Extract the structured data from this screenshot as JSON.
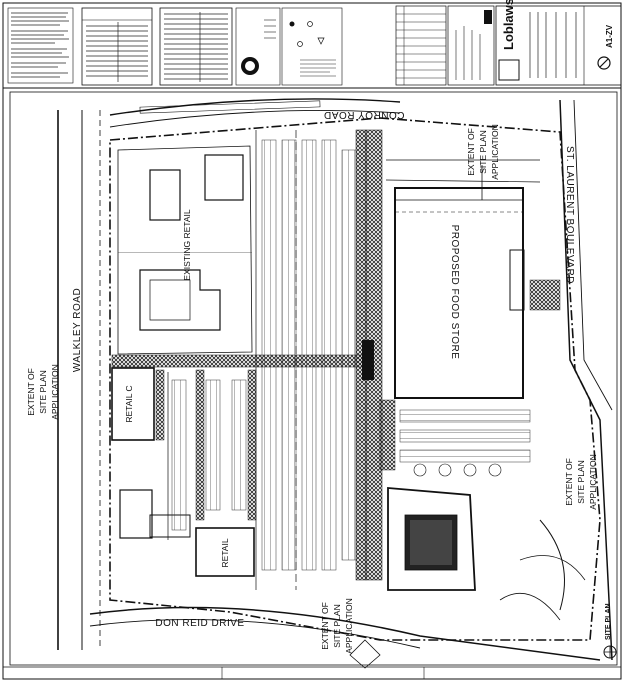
{
  "labels": {
    "walkley_road": "WALKLEY ROAD",
    "conroy_road": "CONROY ROAD",
    "st_laurent": "ST. LAURENT BOULEVARD",
    "don_reid": "DON REID DRIVE",
    "proposed_food_store": "PROPOSED FOOD STORE",
    "existing_retail": "EXISTING RETAIL",
    "retail_c": "RETAIL C",
    "retail_b": "RETAIL",
    "extent_line1": "EXTENT OF",
    "extent_line2": "SITE PLAN",
    "extent_line3": "APPLICATION"
  },
  "title_block": {
    "company": "Loblaws",
    "drawing_id": "A1-ZV",
    "sheet_label": "SITE PLAN"
  },
  "colors": {
    "ink": "#111111",
    "paper": "#ffffff",
    "hatch": "#555555"
  }
}
